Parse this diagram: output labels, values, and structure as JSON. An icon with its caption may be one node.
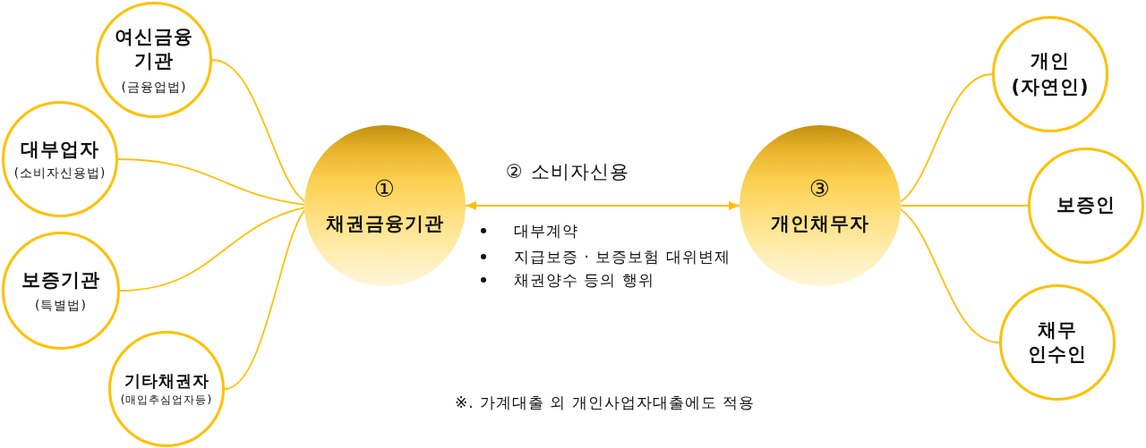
{
  "diagram": {
    "nodes": [
      {
        "text": [
          "여신금융 기관",
          "(금융업법)"
        ]
      },
      {
        "text": [
          "대부업자",
          "(소비자신용법)"
        ]
      },
      {
        "text": [
          "보증기관",
          "(특별법)"
        ]
      },
      {
        "text": [
          "기타채권자",
          "(매입추심업자등)"
        ]
      },
      {
        "text": [
          "①",
          "채권금융기관"
        ]
      },
      {
        "text": [
          "③",
          "개인채무자"
        ]
      },
      {
        "text": [
          "개인",
          "(자연인)"
        ]
      },
      {
        "text": [
          "보증인"
        ]
      },
      {
        "text": [
          "채무 인수인"
        ]
      }
    ],
    "edges": [
      {
        "from": 0,
        "to": 4,
        "arrow": "none"
      },
      {
        "from": 1,
        "to": 4,
        "arrow": "none"
      },
      {
        "from": 2,
        "to": 4,
        "arrow": "none"
      },
      {
        "from": 3,
        "to": 4,
        "arrow": "none"
      },
      {
        "from": 4,
        "to": 5,
        "arrow": "both",
        "label": "② 소비자신용"
      },
      {
        "from": 5,
        "to": 6,
        "arrow": "none"
      },
      {
        "from": 5,
        "to": 7,
        "arrow": "none"
      },
      {
        "from": 5,
        "to": 8,
        "arrow": "none"
      }
    ],
    "labels": [
      "대부계약",
      "지급보증 · 보증보험 대위변제",
      "채권양수 등의 행위",
      "※. 가계대출 외 개인사업자대출에도 적용"
    ]
  }
}
